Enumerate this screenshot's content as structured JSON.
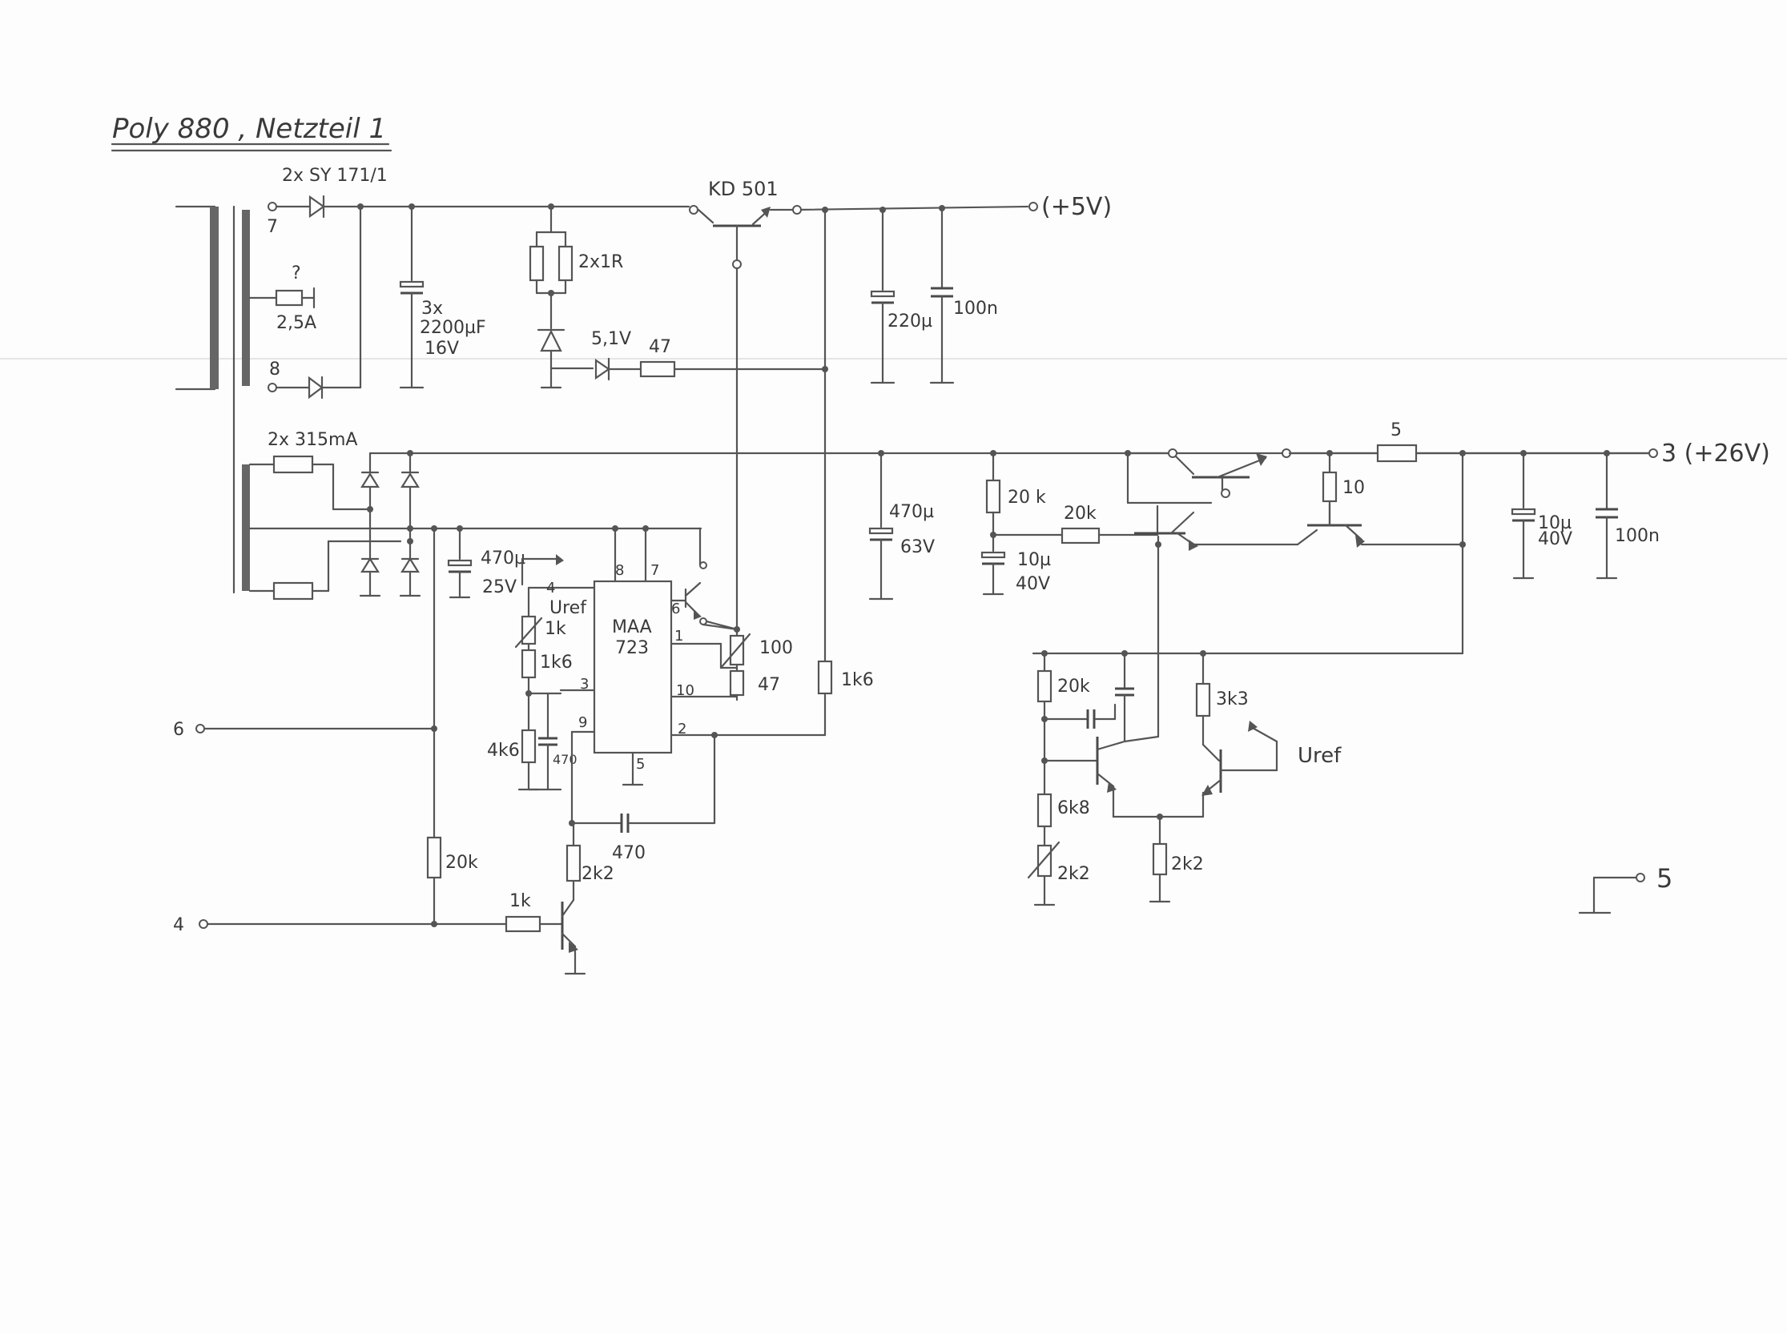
{
  "title": "Poly 880 , Netzteil 1",
  "labels": {
    "diodes_5v": "2x SY 171/1",
    "pin7": "7",
    "pin8": "8",
    "fuse_q": "?",
    "fuse_25a": "2,5A",
    "cap_3x": "3x",
    "cap_2200": "2200µF",
    "cap_16v": "16V",
    "res_2x1r": "2x1R",
    "zener": "5,1V",
    "res_47a": "47",
    "trans_kd501": "KD 501",
    "out_5v": "(+5V)",
    "cap_220u": "220µ",
    "cap_100n_a": "100n",
    "fuses_2x315": "2x 315mA",
    "cap_470u_63v_a": "470µ",
    "cap_470u_63v_b": "63V",
    "res_20k_a": "20 k",
    "cap_10u_a": "10µ",
    "cap_40v_a": "40V",
    "res_20k_b": "20k",
    "res_5": "5",
    "res_10": "10",
    "out_26v": "3 (+26V)",
    "cap_10u_b": "10µ",
    "cap_40v_b": "40V",
    "cap_100n_b": "100n",
    "cap_470u_25v_a": "470µ",
    "cap_470u_25v_b": "25V",
    "uref_a": "Uref",
    "pot_1k": "1k",
    "res_1k6_a": "1k6",
    "res_4k6": "4k6",
    "cap_470_a": "470",
    "ic_name_a": "MAA",
    "ic_name_b": "723",
    "ic_pin4": "4",
    "ic_pin8": "8",
    "ic_pin7": "7",
    "ic_pin6": "6",
    "ic_pin1": "1",
    "ic_pin3": "3",
    "ic_pin10": "10",
    "ic_pin9": "9",
    "ic_pin2": "2",
    "ic_pin5": "5",
    "pot_100": "100",
    "res_47b": "47",
    "res_1k6_b": "1k6",
    "term_6": "6",
    "term_4": "4",
    "res_20k_c": "20k",
    "res_1k": "1k",
    "res_2k2_a": "2k2",
    "cap_470_b": "470",
    "res_20k_d": "20k",
    "res_3k3": "3k3",
    "uref_b": "Uref",
    "res_6k8": "6k8",
    "pot_2k2": "2k2",
    "res_2k2_b": "2k2",
    "term_5": "5"
  }
}
